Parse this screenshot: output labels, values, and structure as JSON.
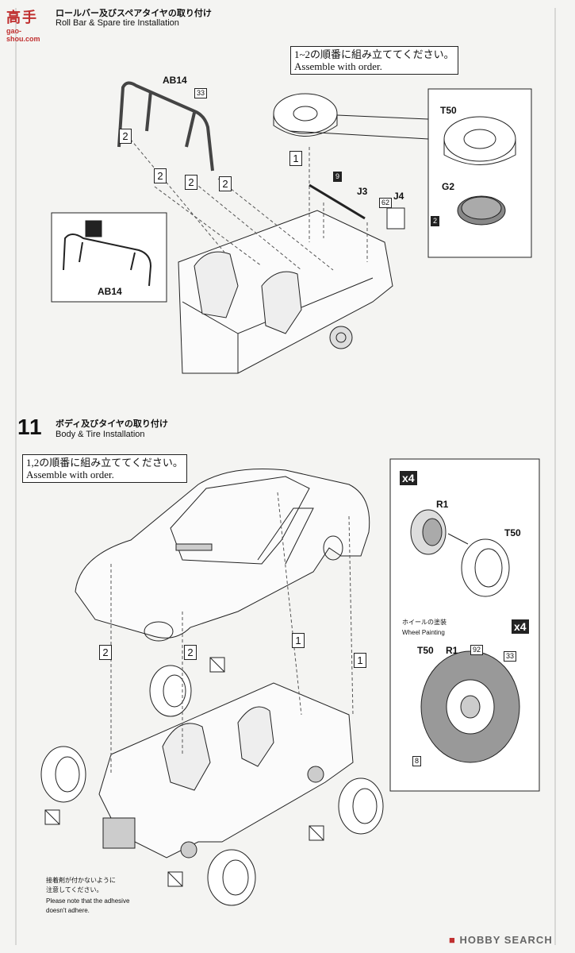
{
  "header": {
    "site_logo": "高手",
    "site_url": "gao-shou.com"
  },
  "step10": {
    "title_jp": "ロールバー及びスペアタイヤの取り付け",
    "title_en": "Roll Bar & Spare tire Installation",
    "note_jp": "1~2の順番に組み立ててください。",
    "note_en": "Assemble with order.",
    "parts": {
      "ab14_top": "AB14",
      "ab14_inset": "AB14",
      "t50": "T50",
      "g2": "G2",
      "j3": "J3",
      "j4": "J4"
    },
    "part_numbers": {
      "p33": "33",
      "p9": "9",
      "p62": "62",
      "p2": "2"
    },
    "callouts": [
      "2",
      "2",
      "2",
      "2",
      "1"
    ]
  },
  "step11": {
    "number": "11",
    "title_jp": "ボディ及びタイヤの取り付け",
    "title_en": "Body & Tire Installation",
    "note_jp": "1,2の順番に組み立ててください。",
    "note_en": "Assemble with order.",
    "callouts": [
      "2",
      "2",
      "1",
      "1"
    ],
    "panel": {
      "qty_top": "x4",
      "r1": "R1",
      "t50": "T50",
      "wheel_painting_jp": "ホイールの塗装",
      "wheel_painting_en": "Wheel Painting",
      "qty_bottom": "x4",
      "paint_t50": "T50",
      "paint_r1": "R1",
      "p92": "92",
      "p33": "33",
      "p8": "8"
    },
    "adhesive_note_jp_1": "接着剤が付かないように",
    "adhesive_note_jp_2": "注意してください。",
    "adhesive_note_en_1": "Please note that the adhesive",
    "adhesive_note_en_2": "doesn't adhere."
  },
  "footer": {
    "watermark": "HOBBY SEARCH"
  }
}
